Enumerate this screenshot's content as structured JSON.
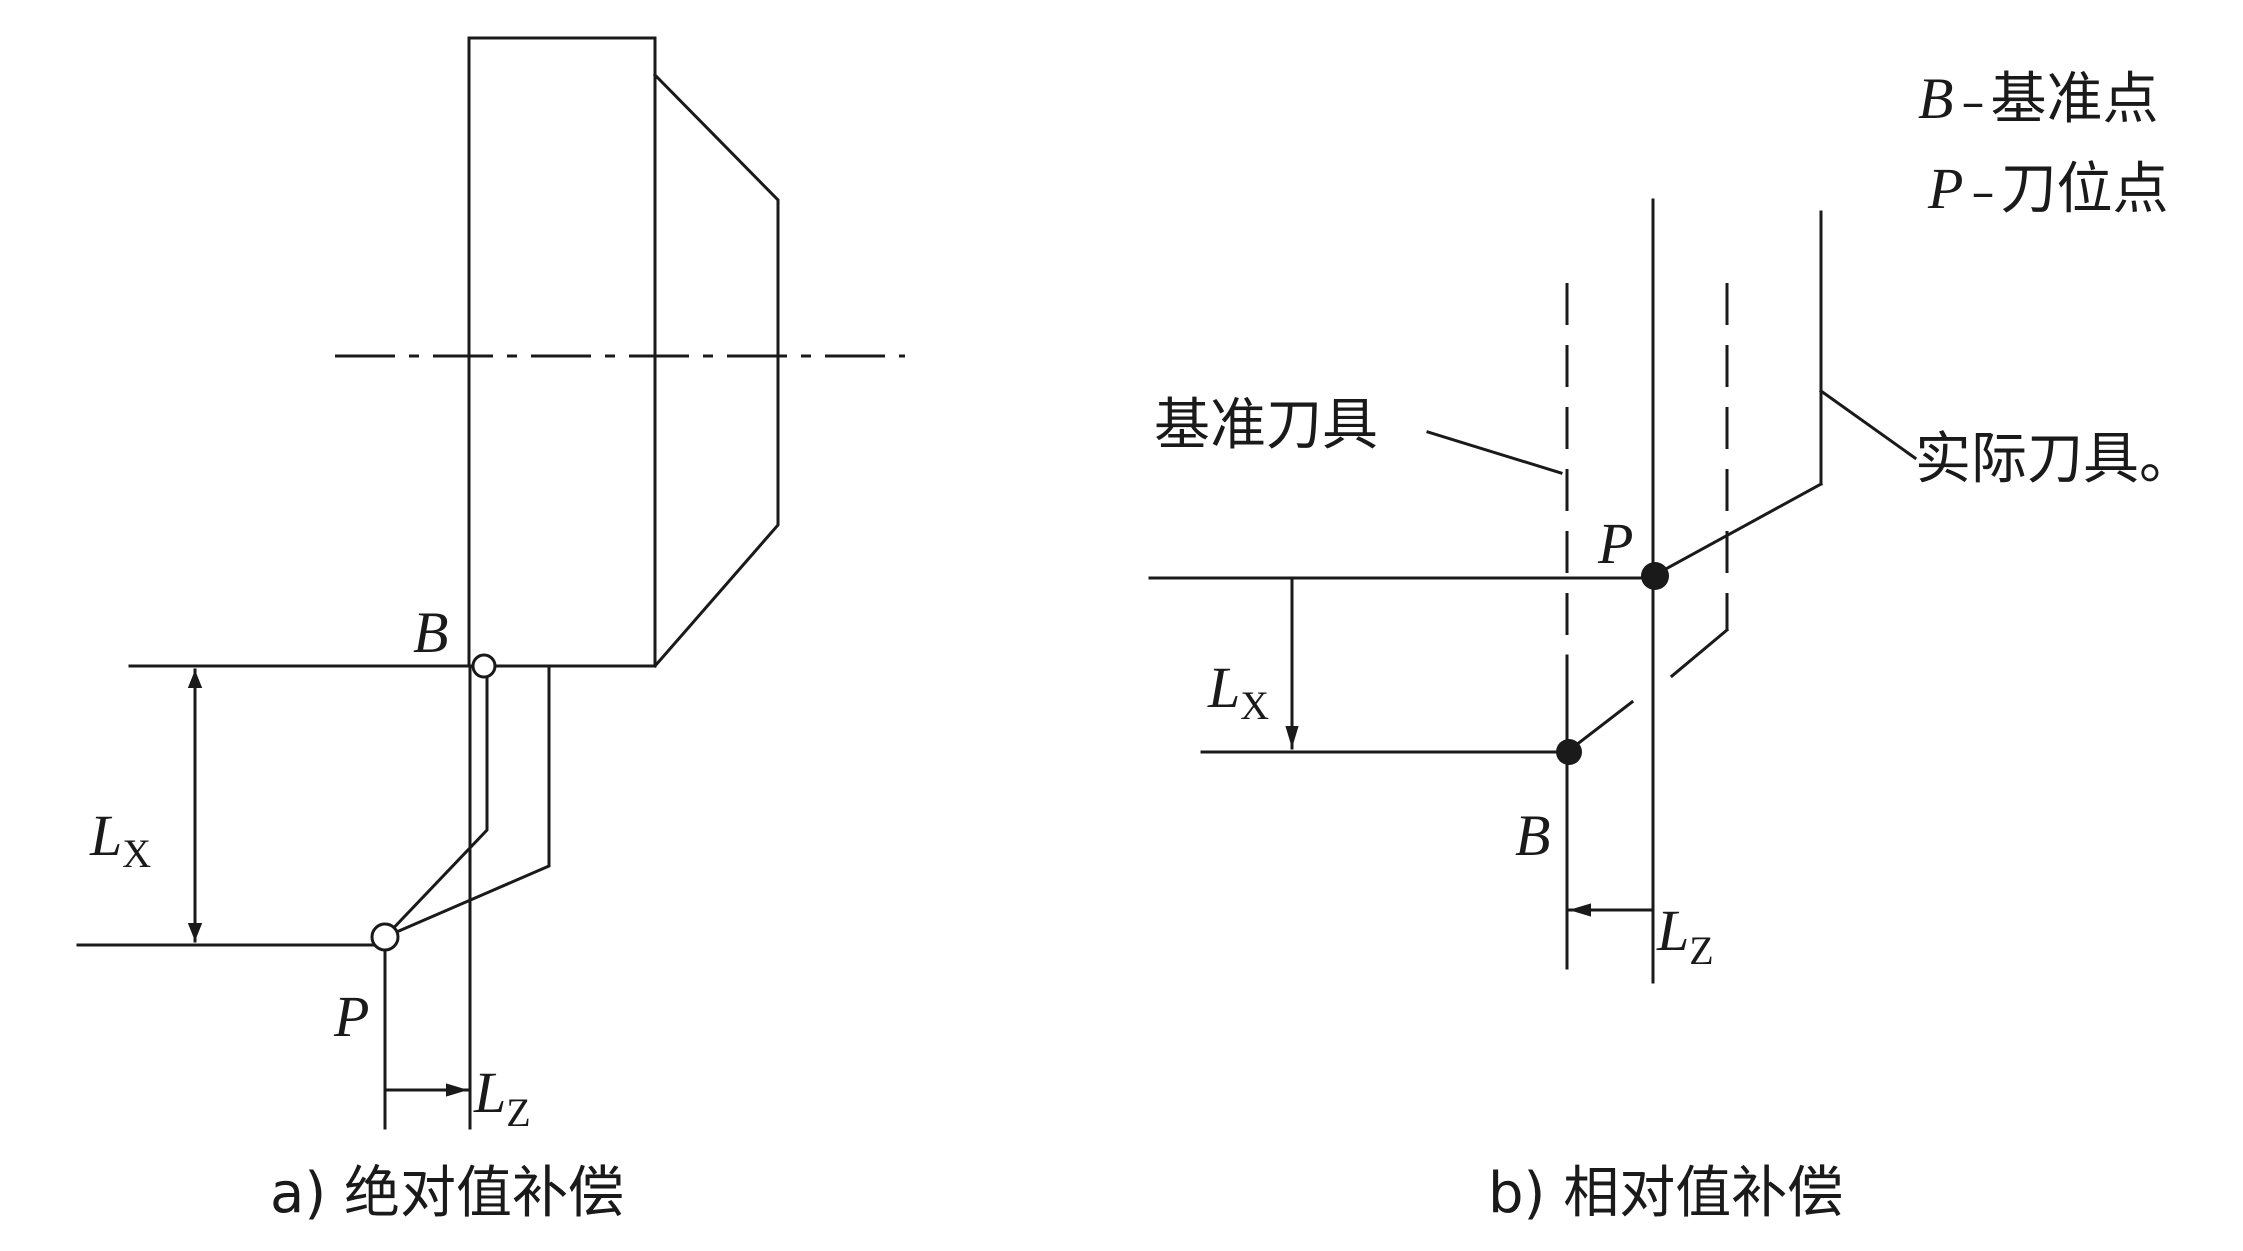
{
  "legend": {
    "b_symbol": "B",
    "b_text": "基准点",
    "p_symbol": "P",
    "p_text": "刀位点",
    "separator": "–"
  },
  "panel_a": {
    "caption": "a) 绝对值补偿",
    "point_b": "B",
    "point_p": "P",
    "lx_main": "L",
    "lx_sub": "X",
    "lz_main": "L",
    "lz_sub": "Z"
  },
  "panel_b": {
    "caption": "b) 相对值补偿",
    "reference_tool": "基准刀具",
    "actual_tool": "实际刀具。",
    "point_b": "B",
    "point_p": "P",
    "lx_main": "L",
    "lx_sub": "X",
    "lz_main": "L",
    "lz_sub": "Z"
  }
}
